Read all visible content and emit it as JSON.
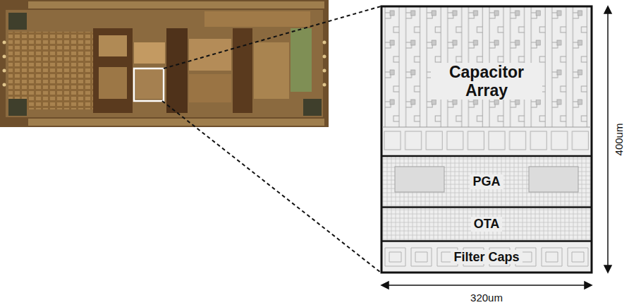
{
  "diagram": {
    "nodes": [
      {
        "text": [
          "Capacitor Array"
        ]
      },
      {
        "text": [
          "PGA"
        ]
      },
      {
        "text": [
          "OTA"
        ]
      },
      {
        "text": [
          "Filter Caps"
        ]
      }
    ],
    "labels": [
      "400um",
      "320um"
    ]
  }
}
